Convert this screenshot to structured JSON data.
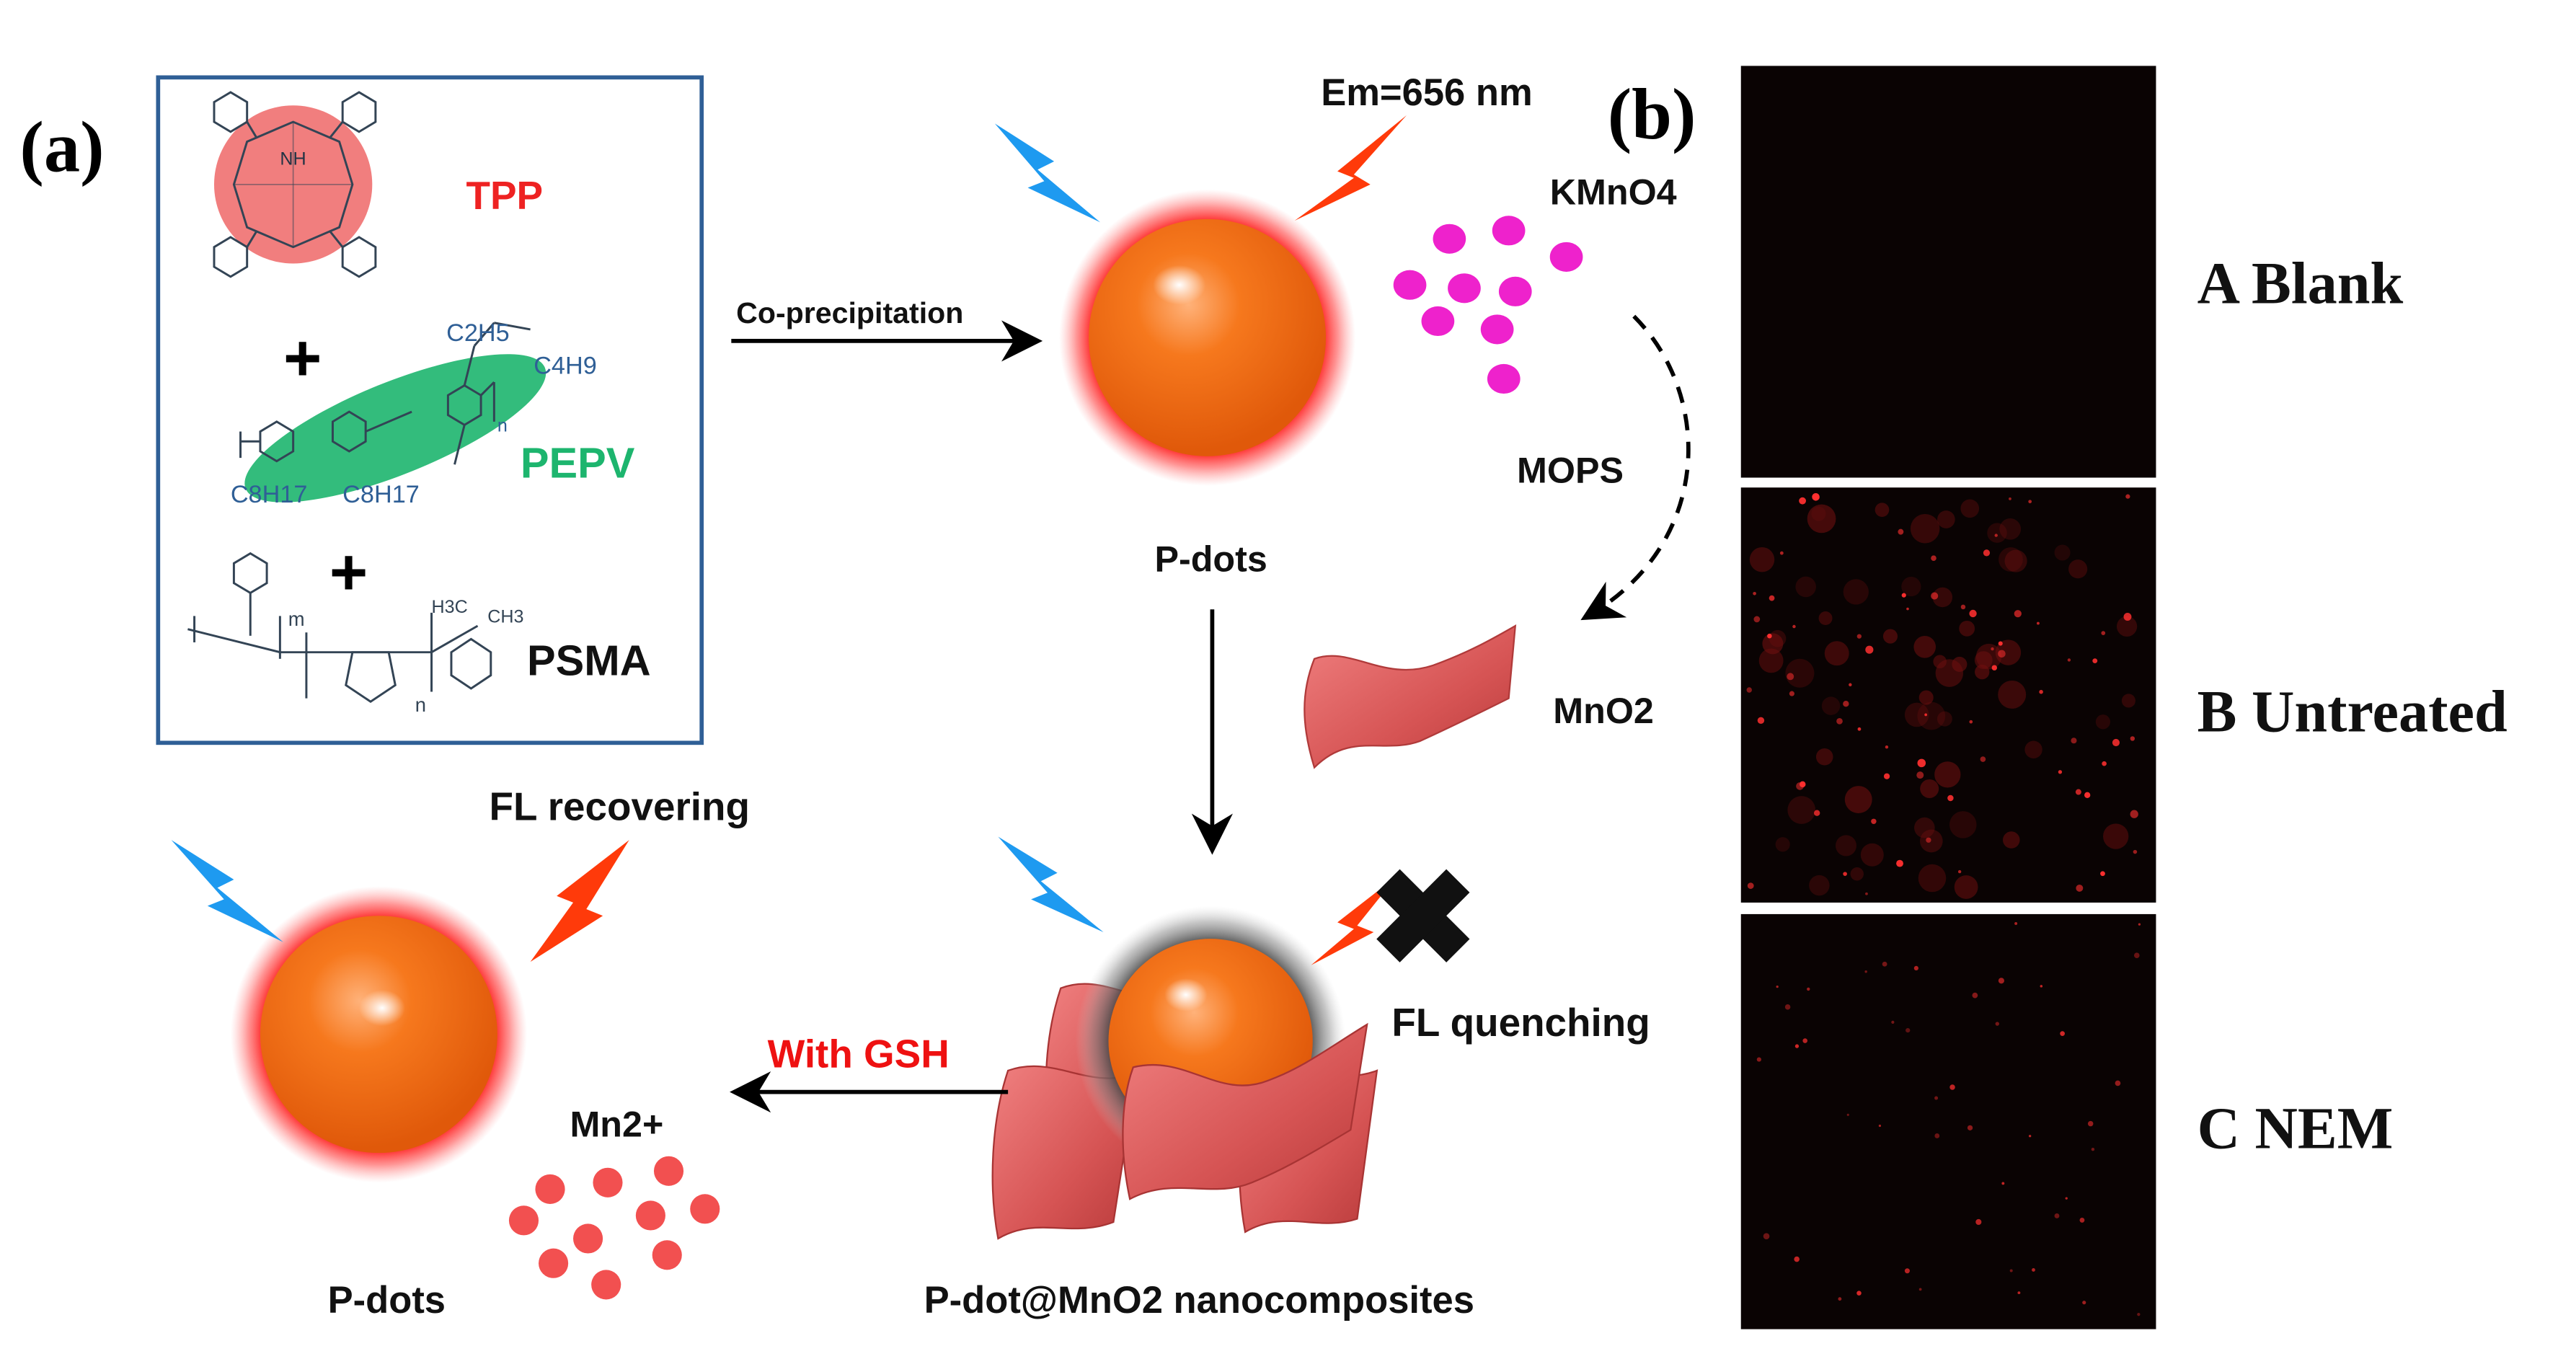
{
  "panel_a": {
    "label": "(a)",
    "components": {
      "tpp": "TPP",
      "plus1": "+",
      "pepv": "PEPV",
      "plus2": "+",
      "psma": "PSMA",
      "c2h5": "C2H5",
      "c4h9": "C4H9",
      "c8h17_left": "C8H17",
      "c8h17_right": "C8H17",
      "nh": "NH",
      "ch3": "CH3",
      "h3c": "H3C",
      "sub_m": "m",
      "sub_n_pepv": "n",
      "sub_n_psma": "n"
    },
    "steps": {
      "coprecipitation": "Co-precipitation",
      "pdots_top": "P-dots",
      "em": "Em=656 nm",
      "kmno4": "KMnO4",
      "mops": "MOPS",
      "mno2": "MnO2",
      "fl_quenching": "FL quenching",
      "fl_recovering": "FL recovering",
      "with_gsh": "With GSH",
      "mn2": "Mn2+",
      "pdots_bottom": "P-dots",
      "nanocomposites": "P-dot@MnO2 nanocomposites"
    },
    "colors": {
      "particle": "#f26c0f",
      "glow": "#ff1a1a",
      "tpp_fill": "#f07070",
      "pepv_fill": "#1db56e",
      "bolt_blue": "#1e9af0",
      "bolt_red": "#ff3a0a",
      "kmno4_dot": "#ee22cc",
      "mn_dot": "#f25050",
      "sheet": "#d85a5a",
      "gsh_text": "#ee1111",
      "frame": "#2f5f96"
    }
  },
  "panel_b": {
    "label": "(b)",
    "images": [
      {
        "label": "A Blank"
      },
      {
        "label": "B Untreated"
      },
      {
        "label": "C NEM"
      }
    ]
  }
}
